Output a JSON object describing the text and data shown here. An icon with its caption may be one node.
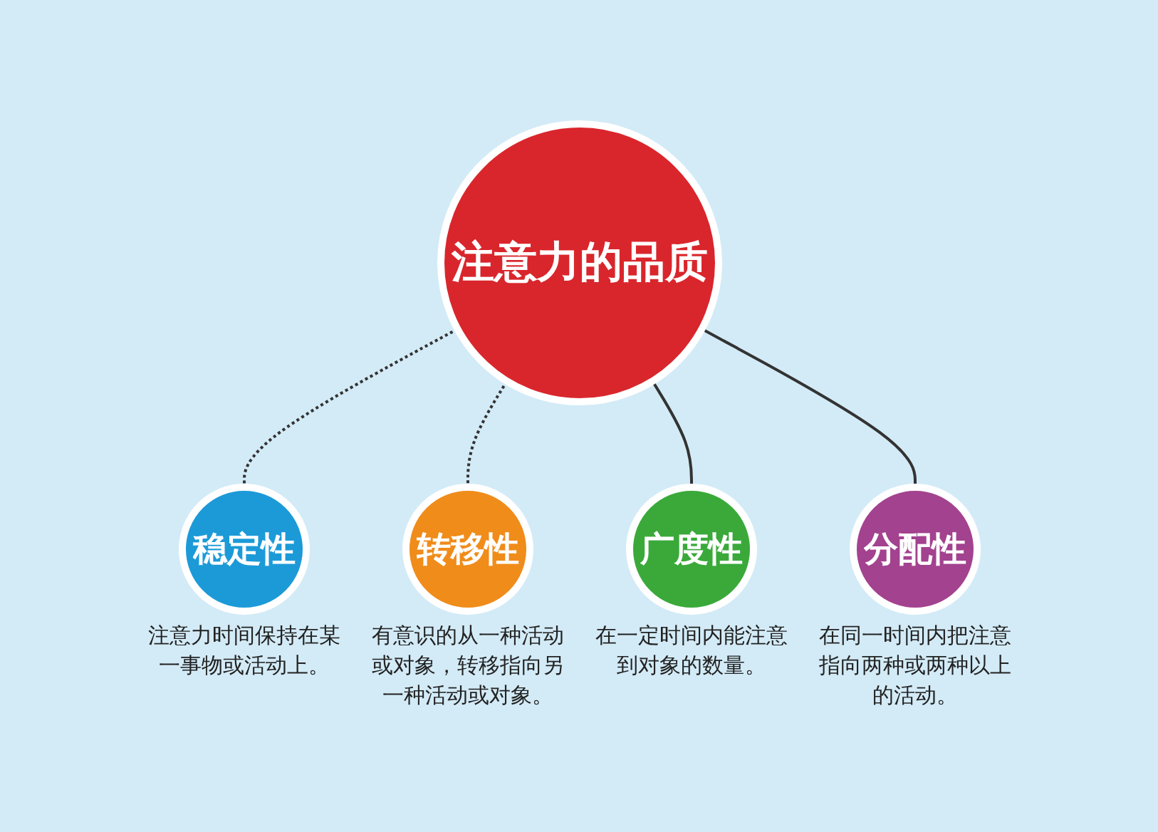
{
  "diagram": {
    "nodes": [
      {
        "text": [
          "注意力的品质"
        ]
      },
      {
        "text": [
          "稳定性"
        ],
        "beside": [
          "注意力时间保持在某一事物或活动上。"
        ]
      },
      {
        "text": [
          "转移性"
        ],
        "beside": [
          "有意识的从一种活动或对象，转移指向另一种活动或对象。"
        ]
      },
      {
        "text": [
          "广度性"
        ],
        "beside": [
          "在一定时间内能注意到对象的数量。"
        ]
      },
      {
        "text": [
          "分配性"
        ],
        "beside": [
          "在同一时间内把注意指向两种或两种以上的活动。"
        ]
      }
    ],
    "edges": [
      {
        "from": 0,
        "to": 1,
        "arrow": "none",
        "style": "dashed"
      },
      {
        "from": 0,
        "to": 2,
        "arrow": "none",
        "style": "dashed"
      },
      {
        "from": 0,
        "to": 3,
        "arrow": "none"
      },
      {
        "from": 0,
        "to": 4,
        "arrow": "none"
      }
    ]
  }
}
